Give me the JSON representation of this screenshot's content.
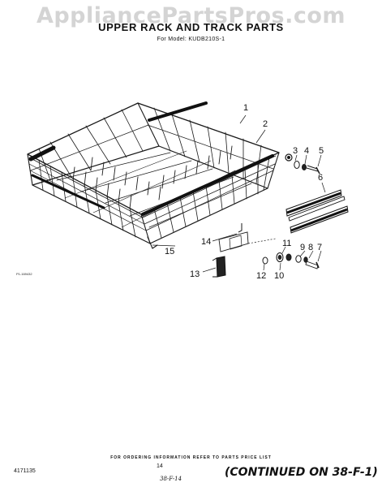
{
  "watermark": "AppliancePartsPros.com",
  "header": {
    "title": "UPPER RACK AND TRACK PARTS",
    "subtitle": "For Model: KUDB210S-1"
  },
  "callouts": [
    {
      "id": "c1",
      "label": "1"
    },
    {
      "id": "c2",
      "label": "2"
    },
    {
      "id": "c3",
      "label": "3"
    },
    {
      "id": "c4",
      "label": "4"
    },
    {
      "id": "c5",
      "label": "5"
    },
    {
      "id": "c6",
      "label": "6"
    },
    {
      "id": "c7",
      "label": "7"
    },
    {
      "id": "c8",
      "label": "8"
    },
    {
      "id": "c9",
      "label": "9"
    },
    {
      "id": "c10",
      "label": "10"
    },
    {
      "id": "c11",
      "label": "11"
    },
    {
      "id": "c12",
      "label": "12"
    },
    {
      "id": "c13",
      "label": "13"
    },
    {
      "id": "c14",
      "label": "14"
    },
    {
      "id": "c15",
      "label": "15"
    }
  ],
  "small_mark": "P1-169432",
  "footer": {
    "note": "FOR ORDERING INFORMATION REFER TO PARTS PRICE LIST",
    "doc_number": "4171135",
    "page": "14",
    "code": "38-F-14",
    "continued": "(CONTINUED ON 38-F-1)"
  }
}
